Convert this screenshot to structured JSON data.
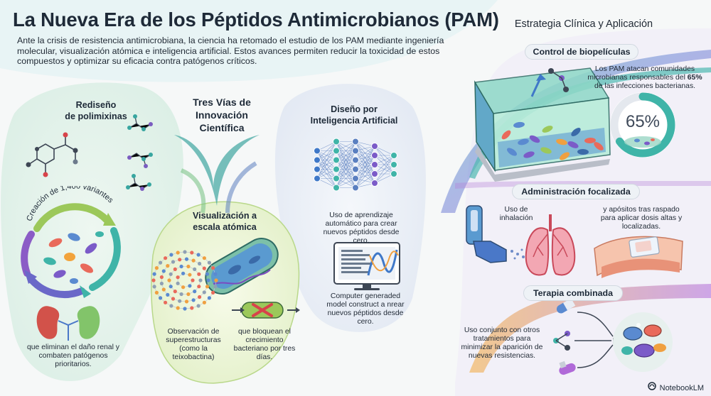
{
  "header": {
    "title": "La Nueva Era de los Péptidos Antimicrobianos (PAM)",
    "intro": "Ante la crisis de resistencia antimicrobiana, la ciencia ha retomado el estudio de los PAM mediante ingeniería molecular, visualización atómica e inteligencia artificial. Estos avances permiten reducir la toxicidad de estos compuestos y optimizar su eficacia contra patógenos críticos."
  },
  "center": {
    "title_line1": "Tres Vías de",
    "title_line2": "Innovación",
    "title_line3": "Científica"
  },
  "polymyxins": {
    "title_line1": "Rediseño",
    "title_line2": "de polimixinas",
    "cycle_label": "Creación de 1,400 variantes",
    "caption": "que eliminan el daño renal y combaten patógenos prioritarios."
  },
  "atomic": {
    "title_line1": "Visualización a",
    "title_line2": "escala atómica",
    "caption_left": "Observación de superestructuras (como la teixobactina)",
    "caption_right": "que bloquean el crecimiento bacteriano por tres días."
  },
  "ai": {
    "title_line1": "Diseño por",
    "title_line2": "Inteligencia Artificial",
    "caption_top": "Uso de aprendizaje automático para crear nuevos péptidos desde cero.",
    "caption_bottom": "Computer generaded model construct a nrear nuevos péptidos desde cero."
  },
  "strategy": {
    "title": "Estrategia Clínica y Aplicación",
    "biofilm": {
      "pill": "Control de biopelículas",
      "text_before": "Los PAM atacan comunidades microbianas responsables del ",
      "text_bold": "65%",
      "text_after": " de las infecciones bacterianas.",
      "gauge_label": "65%",
      "gauge_value": 65
    },
    "delivery": {
      "pill": "Administración focalizada",
      "inhalation": "Uso de inhalación",
      "dressings": "y apósitos tras raspado para aplicar dosis altas y localizadas."
    },
    "combo": {
      "pill": "Terapia combinada",
      "text": "Uso conjunto con otros tratamientos para minimizar la aparición de nuevas resistencias."
    }
  },
  "brand": {
    "name": "NotebookLM"
  },
  "colors": {
    "teal": "#3fb4a8",
    "purple": "#8b5cc6",
    "green": "#9cc85a",
    "orange": "#f0a040",
    "blue": "#4a78c8"
  }
}
